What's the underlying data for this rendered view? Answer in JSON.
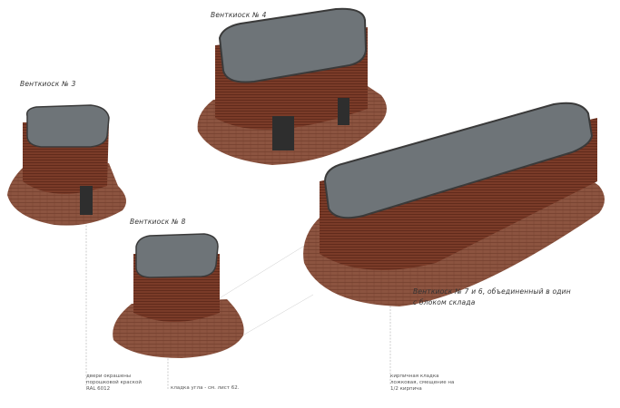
{
  "kiosks": {
    "k3": {
      "title": "Венткиоск № 3"
    },
    "k4": {
      "title": "Венткиоск № 4"
    },
    "k8": {
      "title": "Венткиоск № 8"
    },
    "k76": {
      "title_line1": "Венткиоск № 7 и 6, объединенный в один",
      "title_line2": "с блоком склада"
    }
  },
  "notes": {
    "doors": "двери окрашены порошковой краской RAL 6012",
    "corner": "кладка угла - см. лист 62.",
    "brickwork": "кирпичная кладка ложковая, смещение на 1/2 кирпича"
  },
  "colors": {
    "brick": "#8a4a36",
    "brick_dark": "#6b3323",
    "roof": "#6e7478",
    "door": "#2e2e2e"
  }
}
